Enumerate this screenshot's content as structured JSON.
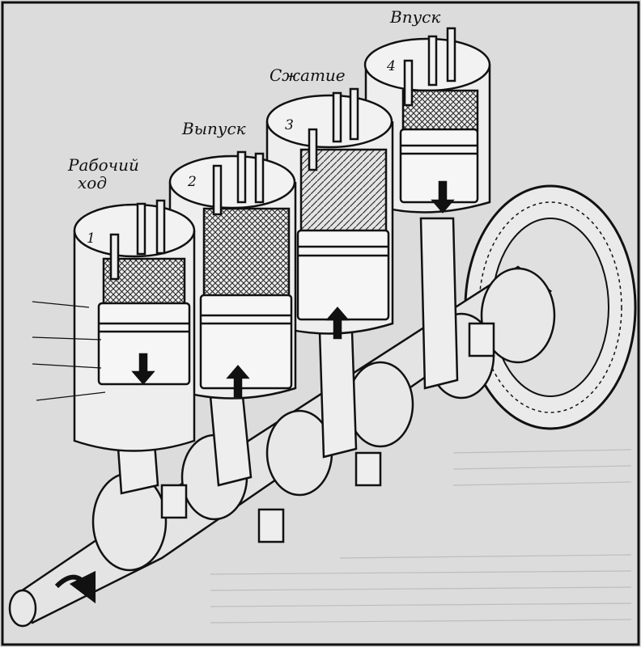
{
  "cylinders": [
    {
      "number": "1",
      "stroke_label": "Рабочий ход",
      "stroke_line1": "Рабочий",
      "stroke_line2": "ход",
      "piston_direction": "down"
    },
    {
      "number": "2",
      "stroke_label": "Выпуск",
      "piston_direction": "up"
    },
    {
      "number": "3",
      "stroke_label": "Сжатие",
      "piston_direction": "up"
    },
    {
      "number": "4",
      "stroke_label": "Впуск",
      "piston_direction": "down"
    }
  ],
  "colors": {
    "ink": "#111111",
    "paper": "#dcdcdc",
    "metal": "#eeeeee",
    "cut": "#c8c8c8"
  }
}
